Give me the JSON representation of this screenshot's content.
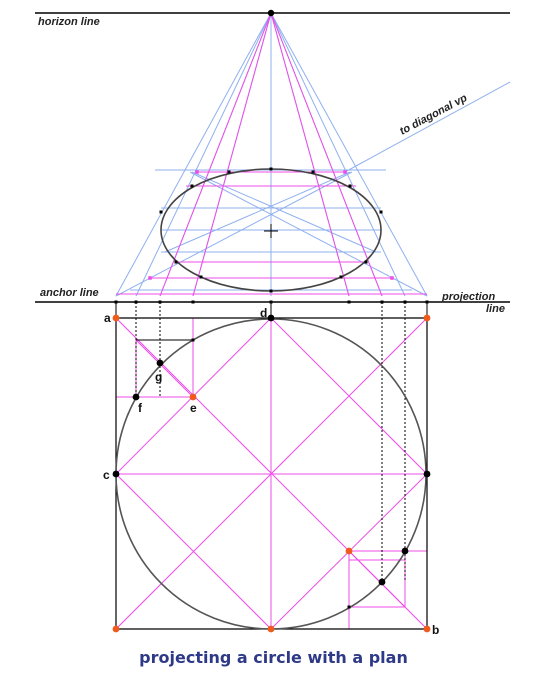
{
  "labels": {
    "horizon": "horizon line",
    "diagonal_vp": "to diagonal vp",
    "anchor": "anchor line",
    "projection_1": "projection",
    "projection_2": "line"
  },
  "points": {
    "a": "a",
    "b": "b",
    "c": "c",
    "d": "d",
    "e": "e",
    "f": "f",
    "g": "g"
  },
  "caption": "projecting a circle with a plan",
  "colors": {
    "blue": "#8fb0ef",
    "magenta": "#ef4ce8",
    "black": "#000000",
    "orange": "#f05a1a",
    "caption": "#2e3a87"
  }
}
